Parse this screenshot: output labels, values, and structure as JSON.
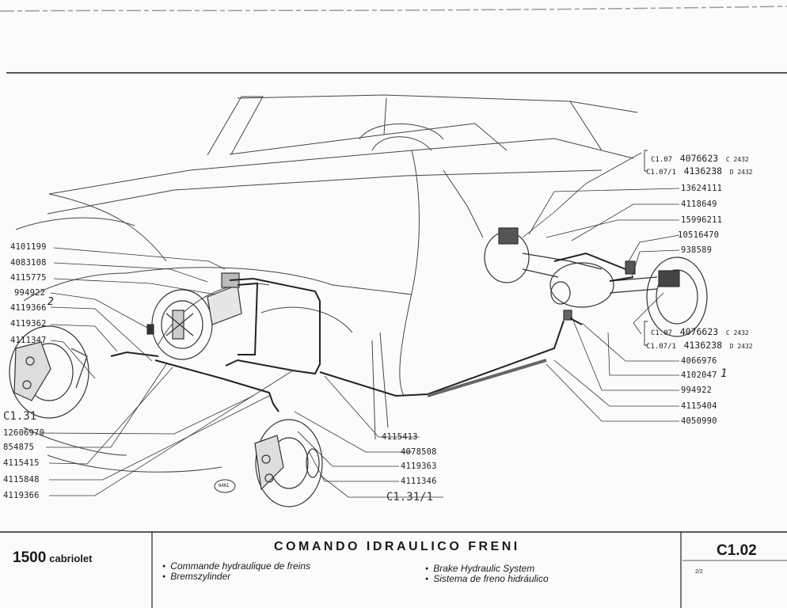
{
  "diagram": {
    "left_labels": [
      "4101199",
      "4083108",
      "4115775",
      "994922",
      "4119366",
      "4119362",
      "4111347",
      "C1.31",
      "12606970",
      "854875",
      "4115415",
      "4115848",
      "4119366"
    ],
    "left_label_annotation": "2",
    "right_top_refs": [
      {
        "section": "C1.07",
        "number": "4076623",
        "suffix": "C 2432"
      },
      {
        "section": "C1.07/1",
        "number": "4136238",
        "suffix": "D 2432"
      }
    ],
    "right_mid_refs": [
      {
        "section": "C1.07",
        "number": "4076623",
        "suffix": "C 2432"
      },
      {
        "section": "C1.07/1",
        "number": "4136238",
        "suffix": "D 2432"
      }
    ],
    "right_upper_labels": [
      "13624111",
      "4118649",
      "15996211",
      "10516470",
      "938589"
    ],
    "right_lower_labels": [
      "4066976",
      "4102047",
      "994922",
      "4115404",
      "4050990"
    ],
    "right_lower_annotation": "1",
    "bottom_labels": [
      "4115413",
      "4078508",
      "4119363",
      "4111346",
      "C1.31/1"
    ],
    "stamp": "6461"
  },
  "footer": {
    "model_number": "1500",
    "model_name": "cabriolet",
    "title": "COMANDO IDRAULICO FRENI",
    "descriptions": [
      "Commande hydraulique de freins",
      "Bremszylinder",
      "Brake Hydraulic System",
      "Sistema de freno hidráulico"
    ],
    "code": "C1.02",
    "page": "2/2"
  }
}
